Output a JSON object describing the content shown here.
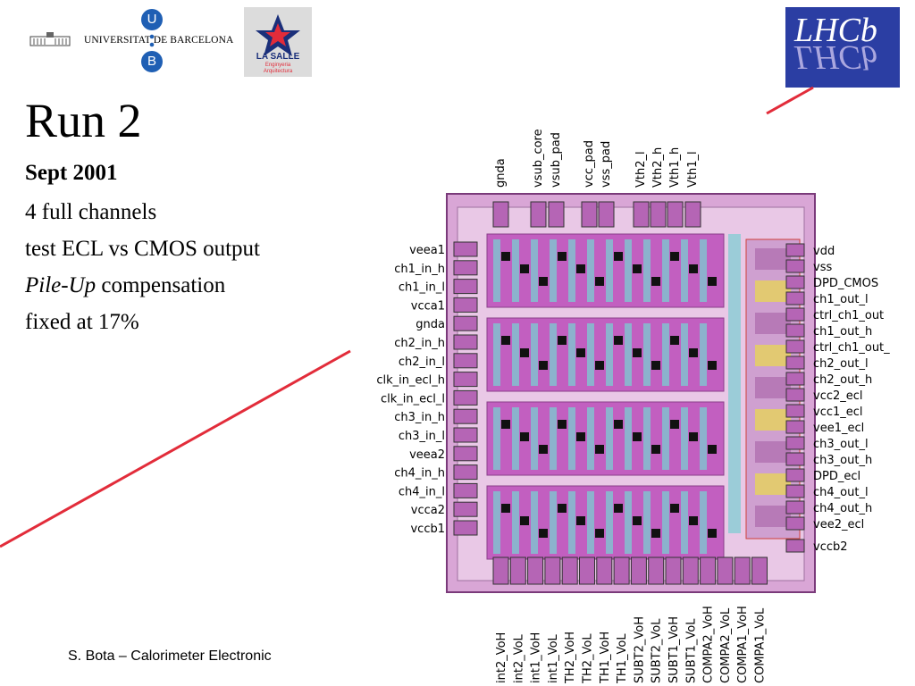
{
  "header": {
    "university_name": "UNIVERSITAT DE BARCELONA",
    "ub_letters": [
      "U",
      "B"
    ],
    "lasalle_name": "LA SALLE",
    "lasalle_sub1": "Enginyeria",
    "lasalle_sub2": "Arquitectura",
    "lhcb_logo_text": "LHCb"
  },
  "slide": {
    "title": "Run 2",
    "subtitle": "Sept 2001",
    "lines": [
      "4 full channels",
      "test ECL vs CMOS output",
      "compensation",
      "fixed at 17%"
    ],
    "pileup_italic": "Pile-Up",
    "footer": "S. Bota – Calorimeter Electronic"
  },
  "chip": {
    "top_labels": [
      "gnda",
      "vsub_core",
      "vsub_pad",
      "vcc_pad",
      "vss_pad",
      "Vth2_l",
      "Vth2_h",
      "Vth1_h",
      "Vth1_l"
    ],
    "left_labels": [
      "veea1",
      "ch1_in_h",
      "ch1_in_l",
      "vcca1",
      "gnda",
      "ch2_in_h",
      "ch2_in_l",
      "clk_in_ecl_h",
      "clk_in_ecl_l",
      "ch3_in_h",
      "ch3_in_l",
      "veea2",
      "ch4_in_h",
      "ch4_in_l",
      "vcca2",
      "vccb1"
    ],
    "right_labels": [
      "vdd",
      "vss",
      "DPD_CMOS",
      "ch1_out_l",
      "ctrl_ch1_out",
      "ch1_out_h",
      "ctrl_ch1_out_",
      "ch2_out_l",
      "ch2_out_h",
      "vcc2_ecl",
      "vcc1_ecl",
      "vee1_ecl",
      "ch3_out_l",
      "ch3_out_h",
      "DPD_ecl",
      "ch4_out_l",
      "ch4_out_h",
      "vee2_ecl",
      "vccb2"
    ],
    "bottom_labels": [
      "int2_VoH",
      "int2_VoL",
      "int1_VoH",
      "int1_VoL",
      "TH2_VoH",
      "TH2_VoL",
      "TH1_VoH",
      "TH1_VoL",
      "SUBT2_VoH",
      "SUBT2_VoL",
      "SUBT1_VoH",
      "SUBT1_VoL",
      "COMPA2_VoH",
      "COMPA2_VoL",
      "COMPA1_VoH",
      "COMPA1_VoL"
    ]
  },
  "colors": {
    "ub_blue": "#1f5fb4",
    "accent_red": "#e22c3a",
    "chip_magenta": "#c25fc0",
    "chip_cyan": "#79cdd1",
    "lhcb_blue": "#2b3ea3",
    "lasalle_navy": "#1a2f7a"
  }
}
